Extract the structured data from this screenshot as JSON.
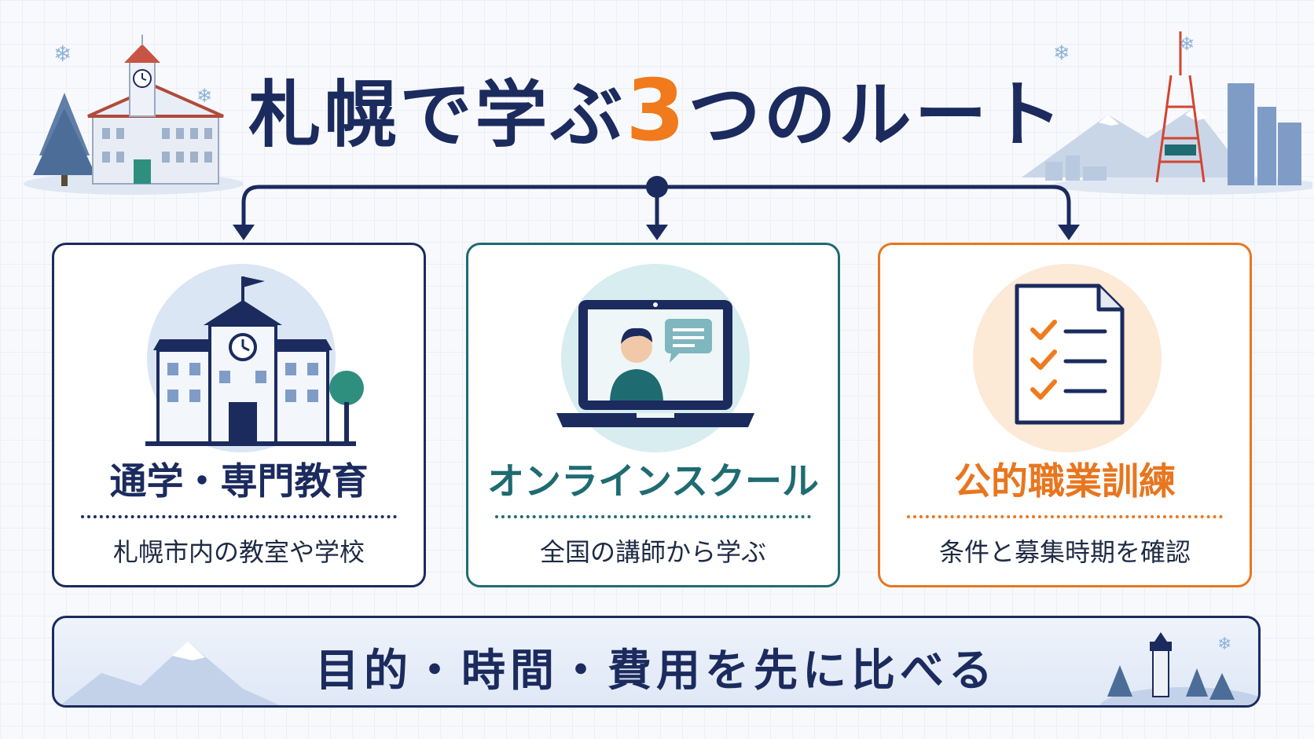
{
  "title": {
    "prefix": "札幌で学ぶ",
    "number": "3",
    "suffix": "つのルート"
  },
  "routes": [
    {
      "title": "通学・専門教育",
      "subtitle": "札幌市内の教室や学校",
      "icon": "school-building-icon",
      "color": "#1b2b5e",
      "circle_color": "#dbe6f4"
    },
    {
      "title": "オンラインスクール",
      "subtitle": "全国の講師から学ぶ",
      "icon": "laptop-video-call-icon",
      "color": "#1f6b72",
      "circle_color": "#d7edf0"
    },
    {
      "title": "公的職業訓練",
      "subtitle": "条件と募集時期を確認",
      "icon": "checklist-document-icon",
      "color": "#e8761f",
      "circle_color": "#fce9d6"
    }
  ],
  "banner": {
    "text": "目的・時間・費用を先に比べる"
  },
  "colors": {
    "navy": "#1b2b5e",
    "teal": "#1f6b72",
    "orange": "#f07a1c",
    "background": "#f8f9fc"
  }
}
